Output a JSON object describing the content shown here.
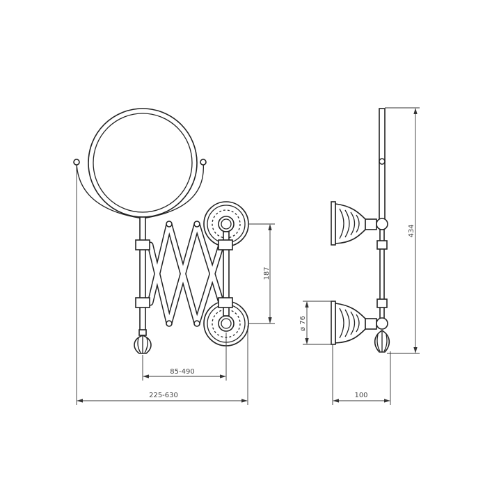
{
  "drawing": {
    "title": "Extendable wall mirror technical drawing",
    "dimensions": {
      "total_extension": "225-630",
      "arm_extension": "85-490",
      "mount_spacing": "187",
      "flange_diameter": "ø 76",
      "depth": "100",
      "height": "434"
    }
  }
}
